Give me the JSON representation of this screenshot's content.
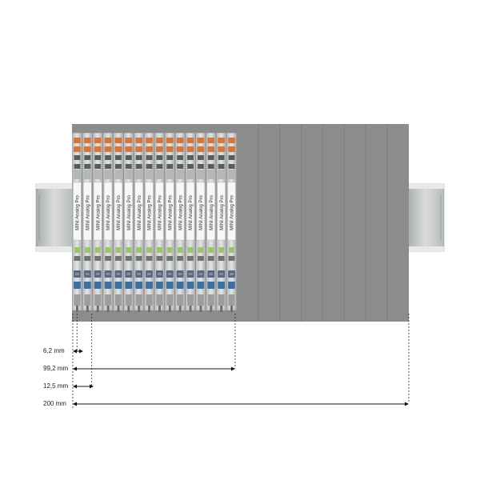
{
  "product": {
    "module_label": "MINI Analog Pro",
    "module_count": 16,
    "empty_slot_count": 8
  },
  "dimensions": [
    {
      "label": "6,2 mm",
      "from_module": 0,
      "to_module": 1
    },
    {
      "label": "99,2 mm",
      "from_module": 0,
      "to_module": 16
    },
    {
      "label": "12,5 mm",
      "from_module": 0,
      "to_module": 2
    },
    {
      "label": "200 mm",
      "from_module": 0,
      "to_module": "end"
    }
  ],
  "colors": {
    "background": "#ffffff",
    "panel_gray": "#8c8c8c",
    "rail": "#c9cccd",
    "housing": "#d6d8d8",
    "connector_orange": "#d8763a",
    "connector_blue": "#3d6fa3",
    "status_green": "#9cc56a",
    "dim_line": "#111111"
  }
}
